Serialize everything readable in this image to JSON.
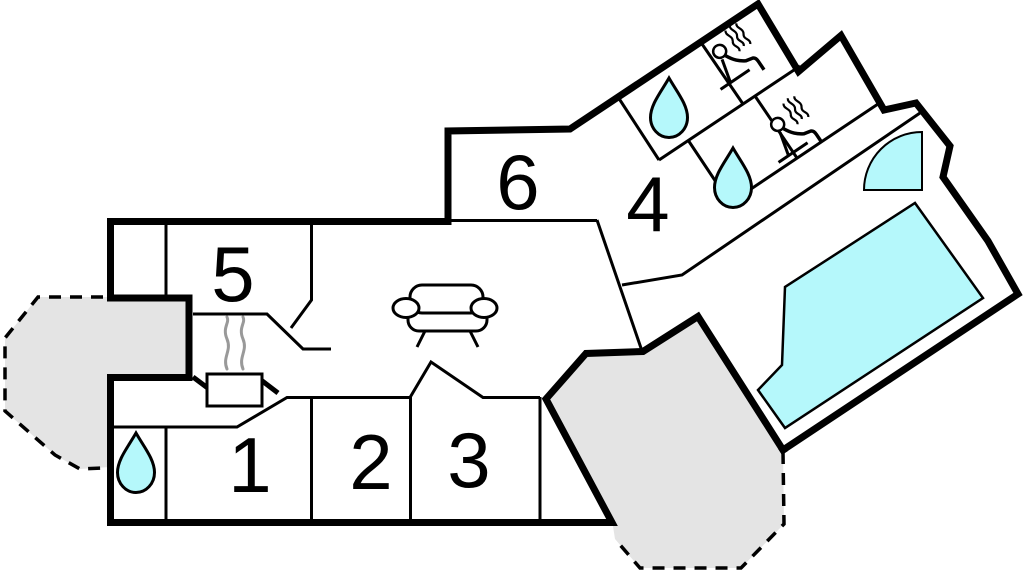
{
  "colors": {
    "wall": "#000000",
    "water-fill": "#b5f8fb",
    "terrace-fill": "#e4e4e4",
    "smoke": "#999999",
    "background": "#ffffff"
  },
  "rooms": [
    {
      "name": "bedroom-1",
      "label": "1"
    },
    {
      "name": "bedroom-2",
      "label": "2"
    },
    {
      "name": "bedroom-3",
      "label": "3"
    },
    {
      "name": "room-4",
      "label": "4"
    },
    {
      "name": "room-5",
      "label": "5"
    },
    {
      "name": "room-6",
      "label": "6"
    }
  ],
  "icons": [
    {
      "name": "water-drop-icon",
      "count": 3
    },
    {
      "name": "sauna-icon",
      "count": 2
    },
    {
      "name": "sofa-icon",
      "count": 1
    },
    {
      "name": "fireplace-icon",
      "count": 1
    },
    {
      "name": "smoke-icon",
      "count": 1
    },
    {
      "name": "door-swing-icon",
      "count": 1
    },
    {
      "name": "swimming-pool",
      "count": 1
    },
    {
      "name": "terrace",
      "count": 2
    }
  ]
}
